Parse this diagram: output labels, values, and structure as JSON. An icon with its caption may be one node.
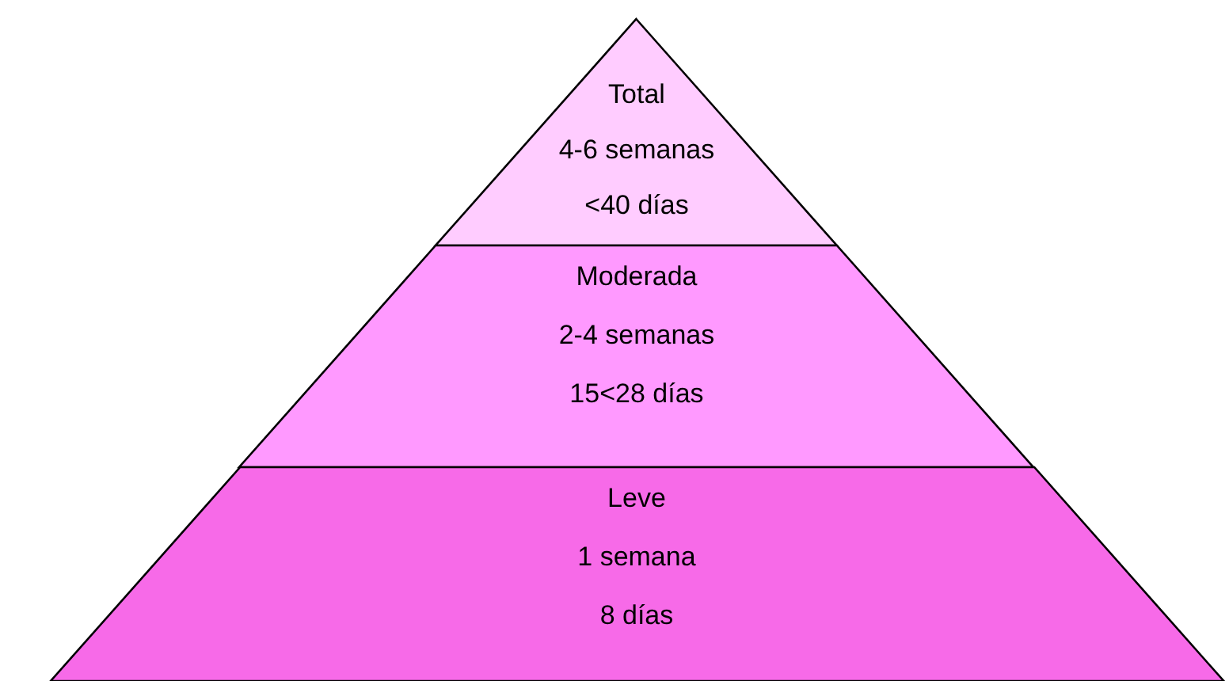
{
  "diagram": {
    "nodes": [
      {
        "text": [
          "Total",
          "4-6 semanas",
          "<40 días"
        ]
      },
      {
        "text": [
          "Moderada",
          "2-4 semanas",
          "15<28 días"
        ]
      },
      {
        "text": [
          "Leve",
          "1 semana",
          "8 días"
        ]
      }
    ]
  }
}
